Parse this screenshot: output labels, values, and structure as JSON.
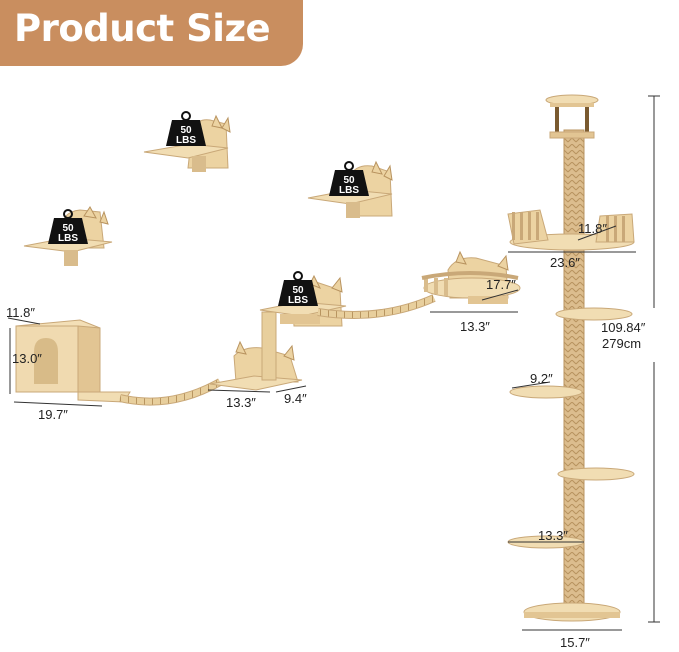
{
  "banner": {
    "title": "Product Size"
  },
  "weights": [
    {
      "value": "50",
      "unit": "LBS"
    },
    {
      "value": "50",
      "unit": "LBS"
    },
    {
      "value": "50",
      "unit": "LBS"
    },
    {
      "value": "50",
      "unit": "LBS"
    }
  ],
  "dimensions": {
    "condo_depth": "11.8″",
    "condo_height": "13.0″",
    "condo_width": "19.7″",
    "step_width": "13.3″",
    "step_depth": "9.4″",
    "hammock_width": "17.7″",
    "hammock_depth": "13.3″",
    "tree_top_depth": "11.8″",
    "tree_top_width": "23.6″",
    "tree_height_in": "109.84″",
    "tree_height_cm": "279cm",
    "tree_platform_small": "9.2″",
    "tree_platform_large": "13.3″",
    "tree_base": "15.7″"
  },
  "colors": {
    "banner": "#c98e5f",
    "wood": "#ecd6a8",
    "wood_dark": "#c9a878",
    "sisal": "#d8b98a",
    "weight": "#111111"
  }
}
